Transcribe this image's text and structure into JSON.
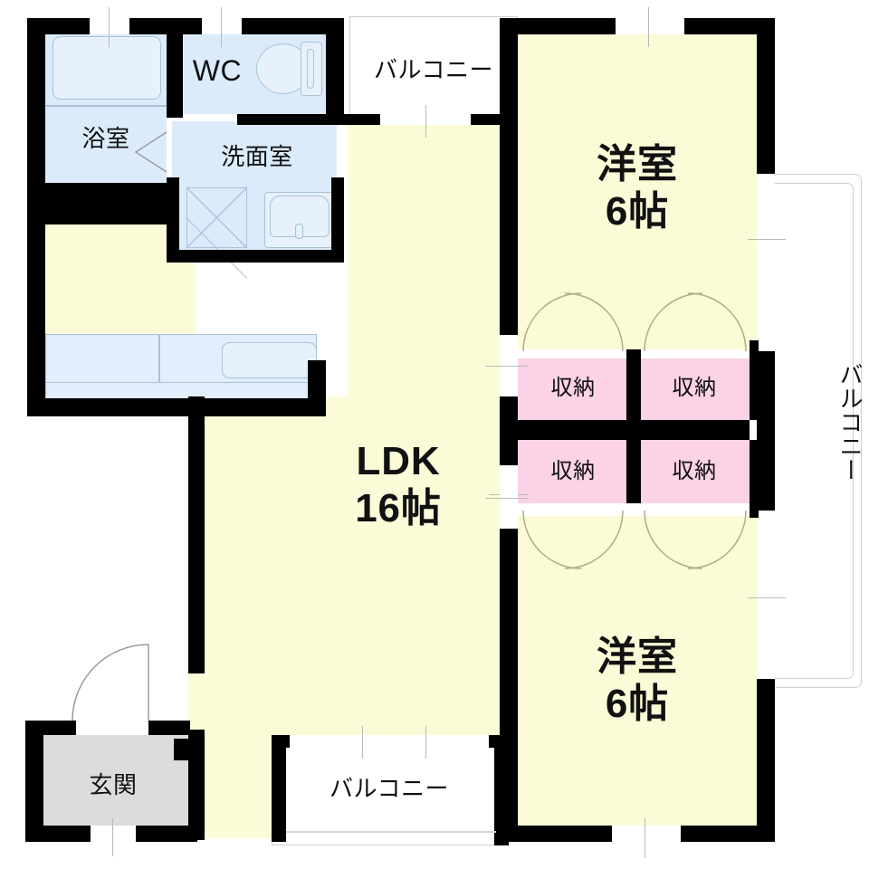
{
  "plan": {
    "type": "japanese-apartment-floorplan",
    "layout_code": "2LDK",
    "background_color": "#ffffff",
    "wall_color": "#000000",
    "colors": {
      "room_floor": "#fbfbd8",
      "water_area": "#dcebfa",
      "closet": "#fbd2e6",
      "entrance": "#dcdcdc",
      "balcony": "#ffffff",
      "fixture_stroke": "#a9c2d8",
      "door_arc": "#b0ad86"
    }
  },
  "rooms": {
    "bath": {
      "label": "浴室",
      "note": "bathroom"
    },
    "wc": {
      "label": "WC",
      "note": "toilet"
    },
    "washroom": {
      "label": "洗面室",
      "note": "washbasin / laundry room"
    },
    "ldk": {
      "name": "LDK",
      "size": "16帖",
      "label": "LDK\n16帖"
    },
    "bedroom_top": {
      "name": "洋室",
      "size": "6帖",
      "label": "洋室\n6帖"
    },
    "bedroom_bottom": {
      "name": "洋室",
      "size": "6帖",
      "label": "洋室\n6帖"
    },
    "entrance": {
      "label": "玄関",
      "note": "genkan / entryway"
    }
  },
  "closets": [
    {
      "label": "収納",
      "position": "upper-left"
    },
    {
      "label": "収納",
      "position": "upper-right"
    },
    {
      "label": "収納",
      "position": "lower-left"
    },
    {
      "label": "収納",
      "position": "lower-right"
    }
  ],
  "balconies": [
    {
      "label": "バルコニー",
      "position": "top",
      "orientation": "horizontal"
    },
    {
      "label": "バルコニー",
      "position": "right",
      "orientation": "vertical"
    },
    {
      "label": "バルコニー",
      "position": "bottom",
      "orientation": "horizontal"
    }
  ],
  "fixtures": [
    {
      "name": "bathtub",
      "room": "bath"
    },
    {
      "name": "toilet",
      "room": "wc"
    },
    {
      "name": "washing-machine-space",
      "room": "washroom"
    },
    {
      "name": "washbasin",
      "room": "washroom"
    },
    {
      "name": "kitchen-counter",
      "room": "ldk"
    },
    {
      "name": "kitchen-sink",
      "room": "ldk"
    }
  ]
}
